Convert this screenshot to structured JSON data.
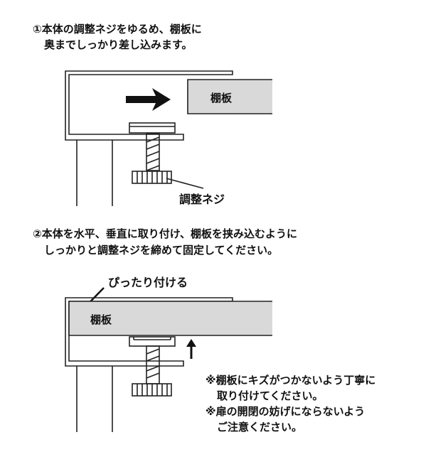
{
  "step1": {
    "line1": "①本体の調整ネジをゆるめ、棚板に",
    "line2": "奥までしっかり差し込みます。",
    "shelf_label": "棚板",
    "screw_label": "調整ネジ"
  },
  "step2": {
    "line1": "②本体を水平、垂直に取り付け、棚板を挟み込むように",
    "line2": "しっかりと調整ネジを締めて固定してください。",
    "fit_label": "ぴったり付ける",
    "shelf_label": "棚板"
  },
  "notes": [
    "※棚板にキズがつかないよう丁寧に",
    "取り付けてください。",
    "※扉の開閉の妨げにならないよう",
    "ご注意ください。"
  ],
  "colors": {
    "shelf": "#d9d9d9",
    "line": "#222222"
  }
}
